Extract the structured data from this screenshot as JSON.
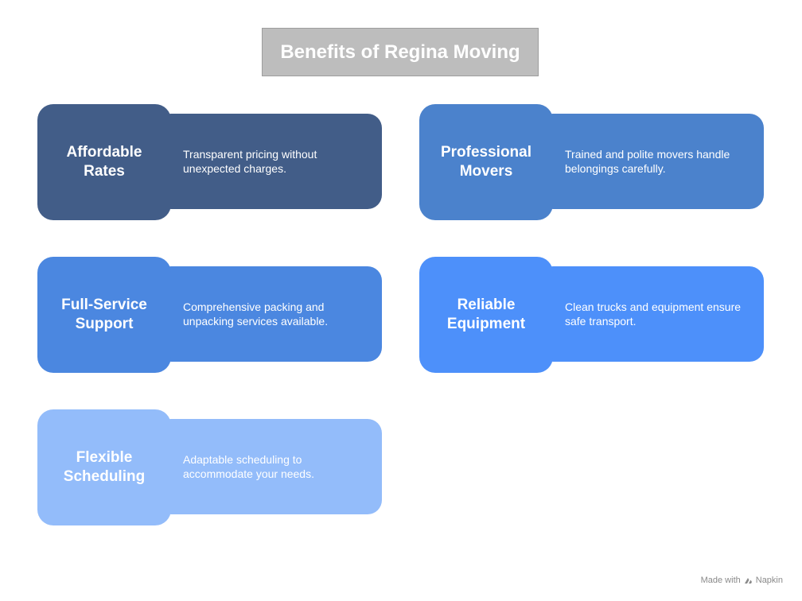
{
  "title": "Benefits of Regina Moving",
  "cards": [
    {
      "heading": "Affordable\nRates",
      "description": "Transparent pricing without unexpected charges.",
      "color": "#425d88"
    },
    {
      "heading": "Professional\nMovers",
      "description": "Trained and polite movers handle belongings carefully.",
      "color": "#4b82cc"
    },
    {
      "heading": "Full-Service\nSupport",
      "description": "Comprehensive packing and unpacking services available.",
      "color": "#4b87e0"
    },
    {
      "heading": "Reliable\nEquipment",
      "description": "Clean trucks and equipment ensure safe transport.",
      "color": "#4d90fa"
    },
    {
      "heading": "Flexible\nScheduling",
      "description": "Adaptable scheduling to accommodate your needs.",
      "color": "#93bcfa"
    }
  ],
  "footer": {
    "prefix": "Made with",
    "brand": "Napkin",
    "icon": "napkin-logo-icon"
  }
}
